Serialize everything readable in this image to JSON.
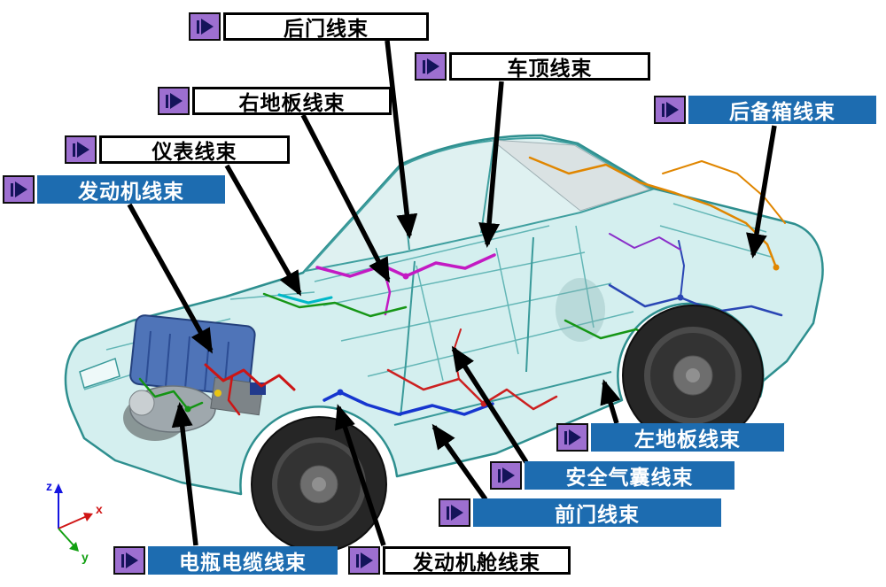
{
  "labels": [
    {
      "text": "后门线束",
      "style": "white"
    },
    {
      "text": "车顶线束",
      "style": "white"
    },
    {
      "text": "右地板线束",
      "style": "white"
    },
    {
      "text": "仪表线束",
      "style": "white"
    },
    {
      "text": "发动机线束",
      "style": "blue"
    },
    {
      "text": "后备箱线束",
      "style": "blue"
    },
    {
      "text": "左地板线束",
      "style": "blue"
    },
    {
      "text": "安全气囊线束",
      "style": "blue"
    },
    {
      "text": "前门线束",
      "style": "blue"
    },
    {
      "text": "电瓶电缆线束",
      "style": "blue"
    },
    {
      "text": "发动机舱线束",
      "style": "white"
    }
  ],
  "axis": {
    "x": "x",
    "y": "y",
    "z": "z"
  },
  "icons": {
    "label_marker": "play-icon"
  },
  "colors": {
    "label_blue": "#1d6cb0",
    "icon_purple": "#9d6fd0",
    "car_body": "#cdecec",
    "car_outline": "#2e8f8f",
    "harness_red": "#cc2020",
    "harness_green": "#169616",
    "harness_blue": "#1636cf",
    "harness_magenta": "#c31ac3",
    "harness_orange": "#e08600"
  }
}
